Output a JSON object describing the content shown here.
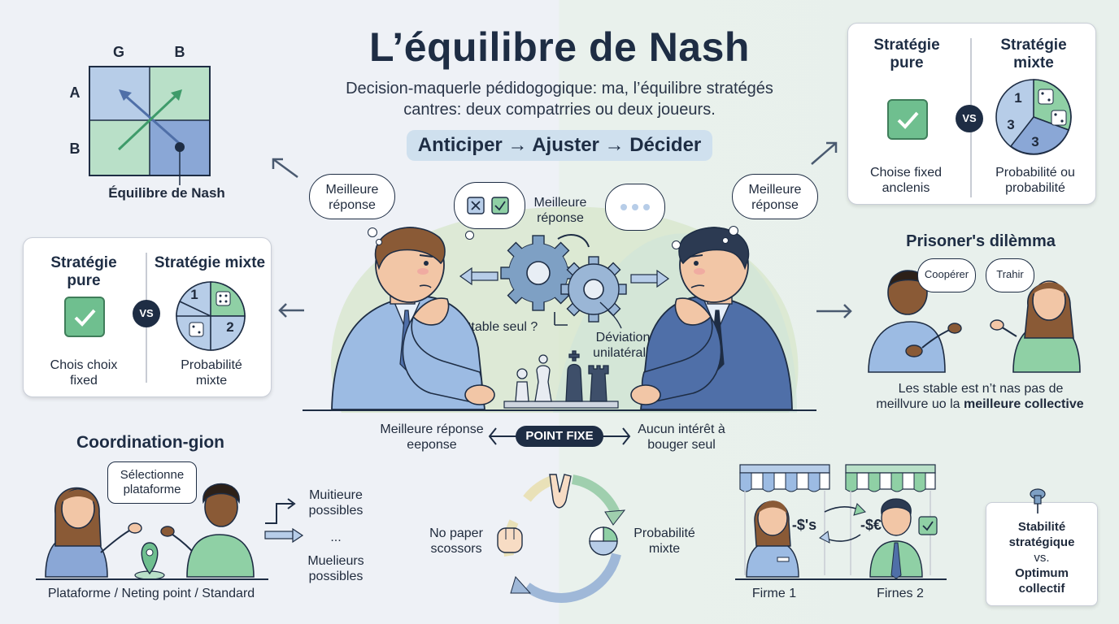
{
  "title": "L’équilibre de Nash",
  "subtitle": "Decision-maquerle pédidogogique: ma, l’équilibre stratégés cantres: deux compatrries ou deux joueurs.",
  "flow_pill": "Anticiper → Ajuster → Décider",
  "matrix": {
    "col_labels": [
      "G",
      "B"
    ],
    "row_labels": [
      "A",
      "B"
    ],
    "caption": "Équilibre de Nash",
    "colors": {
      "blue": "#b7cde8",
      "green": "#b9e0c8",
      "dark_blue": "#8aa7d6"
    }
  },
  "top_right_card": {
    "left_title": "Stratégie pure",
    "right_title": "Stratégie mixte",
    "vs": "VS",
    "left_caption": "Choise fixed anclenis",
    "right_caption": "Probabilité ou probabilité",
    "pie_labels": [
      "1",
      "3",
      "3"
    ]
  },
  "left_card": {
    "left_title": "Stratégie pure",
    "right_title": "Stratégie mixte",
    "vs": "VS",
    "left_caption": "Chois choix fixed",
    "right_caption": "Probabilité mixte",
    "pie_labels": [
      "1",
      "2"
    ]
  },
  "center": {
    "bubble_left": "Meilleure réponse",
    "bubble_right": "Meilleure réponse",
    "thought_label": "Meilleure réponse",
    "stable_question": "Stable seul ?",
    "deviation": "Déviation unilatérale",
    "below_left": "Meilleure réponse eeponse",
    "fixed_point": "POINT FIXE",
    "below_right": "Aucun intérêt à bouger seul"
  },
  "prisoner": {
    "title": "Prisoner's dilèmma",
    "cooperate": "Coopérer",
    "betray": "Trahir",
    "caption_line1": "Les stable est n’t nas pas de",
    "caption_line2_normal": "meillvure uo la ",
    "caption_line2_bold": "meilleure collective"
  },
  "coordination": {
    "title": "Coordination-gion",
    "bubble": "Sélectionne plataforme",
    "caption": "Plataforme / Neting point / Standard",
    "outcome_top": "Muitieure possibles",
    "outcome_dots": "...",
    "outcome_bottom": "Muelieurs possibles"
  },
  "rps": {
    "left": "No paper scossors",
    "right": "Probabilité mixte"
  },
  "firms": {
    "price_left": "-$'s",
    "price_right": "-$€",
    "firm1": "Firme 1",
    "firm2": "Firnes 2"
  },
  "note": {
    "line1": "Stabilité stratégique",
    "line2": "vs.",
    "line3": "Optimum collectif"
  },
  "palette": {
    "navy": "#1e2d44",
    "suit_light": "#8fb1dc",
    "suit_dark": "#4f6fa8",
    "green": "#6fbf8f",
    "gear": "#7ea0c4"
  }
}
